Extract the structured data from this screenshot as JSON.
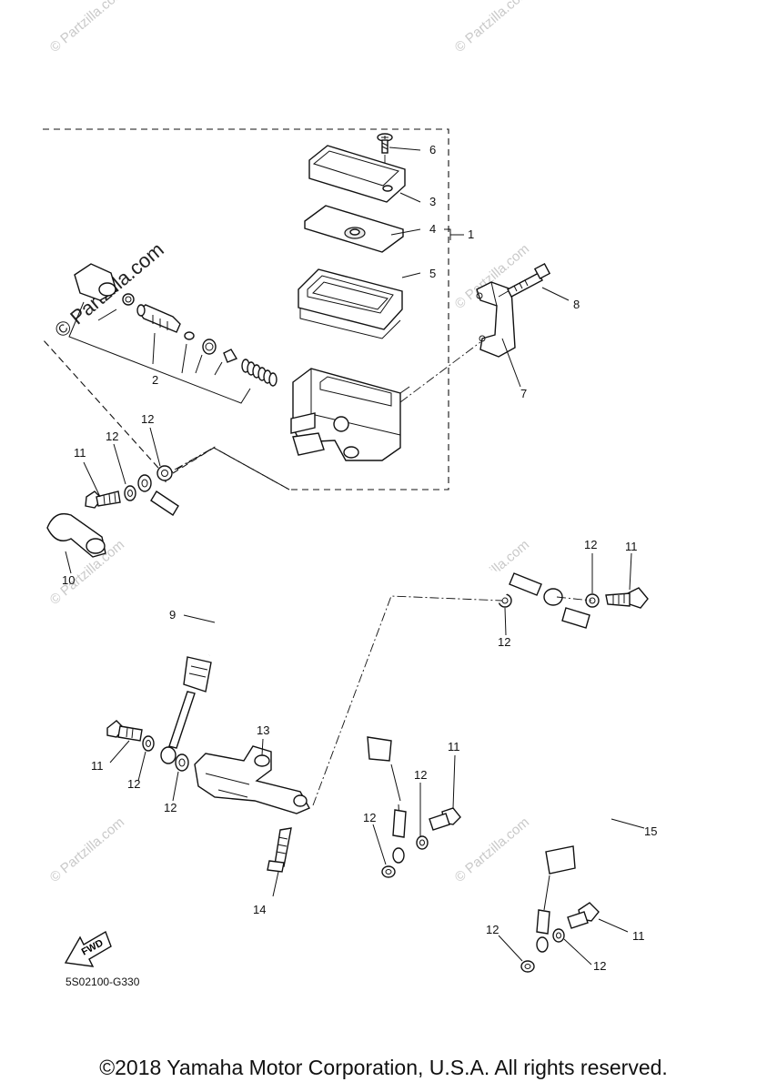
{
  "watermark": {
    "small_text": "© Partzilla.com",
    "large_text": "© Partzilla.com"
  },
  "diagram_code": "5S02100-G330",
  "fwd_label": "FWD",
  "copyright": "©2018 Yamaha Motor Corporation, U.S.A. All rights reserved.",
  "callouts": {
    "c1": "1",
    "c2": "2",
    "c3": "3",
    "c4": "4",
    "c5": "5",
    "c6": "6",
    "c7": "7",
    "c8": "8",
    "c9": "9",
    "c10": "10",
    "c11a": "11",
    "c11b": "11",
    "c11c": "11",
    "c11d": "11",
    "c11e": "11",
    "c12a": "12",
    "c12b": "12",
    "c12c": "12",
    "c12d": "12",
    "c12e": "12",
    "c12f": "12",
    "c12g": "12",
    "c12h": "12",
    "c12i": "12",
    "c12j": "12",
    "c13": "13",
    "c14": "14",
    "c15": "15"
  },
  "colors": {
    "line": "#111111",
    "watermark": "#c9c9c9",
    "background": "#ffffff"
  }
}
